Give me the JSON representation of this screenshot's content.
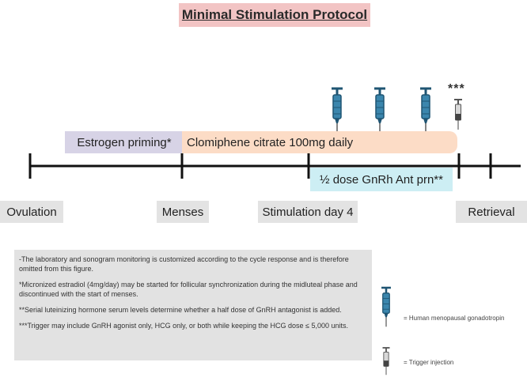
{
  "title": "Minimal Stimulation Protocol",
  "bars": {
    "estrogen": "Estrogen priming*",
    "clomiphene": "Clomiphene citrate 100mg daily",
    "gnrh": "½ dose GnRh Ant prn**"
  },
  "phases": [
    "Ovulation",
    "Menses",
    "Stimulation day 4",
    "Retrieval"
  ],
  "trigger_marker": "***",
  "notes": [
    "-The laboratory and sonogram monitoring is customized according to the cycle response and is therefore omitted from this figure.",
    "*Micronized estradiol (4mg/day) may be started for follicular synchronization during the midluteal phase and discontinued with the start of menses.",
    "**Serial luteinizing hormone serum levels determine whether a half dose of GnRH antagonist is added.",
    "***Trigger may include GnRH agonist only, HCG only, or both while keeping the HCG dose ≤ 5,000 units."
  ],
  "legend": [
    {
      "icon": "blue-syringe-icon",
      "label": "= Human menopausal gonadotropin"
    },
    {
      "icon": "gray-syringe-icon",
      "label": "= Trigger injection"
    }
  ],
  "colors": {
    "title_bg": "#f2c4c4",
    "estrogen_bg": "#d7d3e6",
    "clomiphene_bg": "#fcdcc6",
    "gnrh_bg": "#cdeef4",
    "phase_bg": "#e3e3e3",
    "notes_bg": "#e2e2e2",
    "syringe_blue": "#2e6f8f"
  }
}
